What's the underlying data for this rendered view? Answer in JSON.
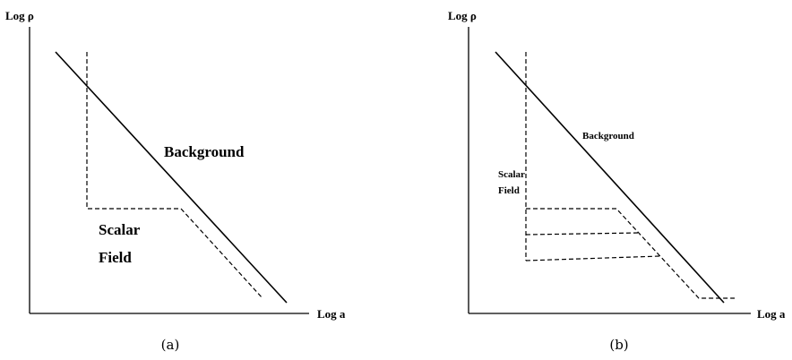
{
  "panel_a": {
    "y_axis_label": "Log ρ",
    "x_axis_label": "Log a",
    "background_label": "Background",
    "scalar_label_line1": "Scalar",
    "scalar_label_line2": "Field",
    "caption": "(a)"
  },
  "panel_b": {
    "y_axis_label": "Log ρ",
    "x_axis_label": "Log a",
    "background_label": "Background",
    "scalar_label_line1": "Scalar",
    "scalar_label_line2": "Field",
    "caption": "(b)"
  }
}
